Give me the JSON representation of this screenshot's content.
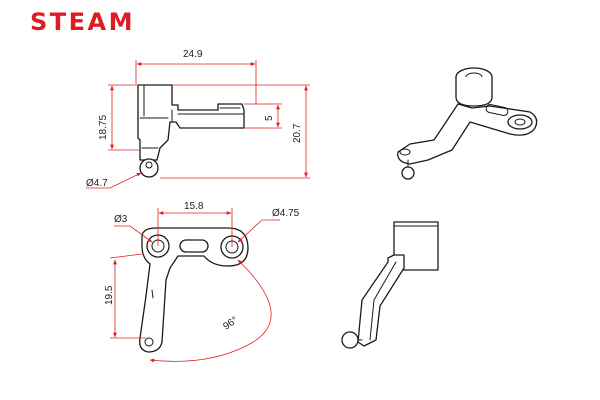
{
  "brand": {
    "logo_text": "STEAM",
    "logo_color": "#e01b24"
  },
  "colors": {
    "dimension_line": "#e02020",
    "part_stroke": "#1a1a1a",
    "background": "#ffffff"
  },
  "dimensions": {
    "top_width": "24.9",
    "left_height": "18.75",
    "right_height": "20.7",
    "step_height": "5",
    "ball_diameter": "Ø4.7",
    "hole_small": "Ø3",
    "center_distance": "15.8",
    "hole_large": "Ø4.75",
    "arm_length": "19.5",
    "angle": "96°"
  },
  "views": [
    "side-view",
    "top-view",
    "isometric-view",
    "front-view"
  ]
}
